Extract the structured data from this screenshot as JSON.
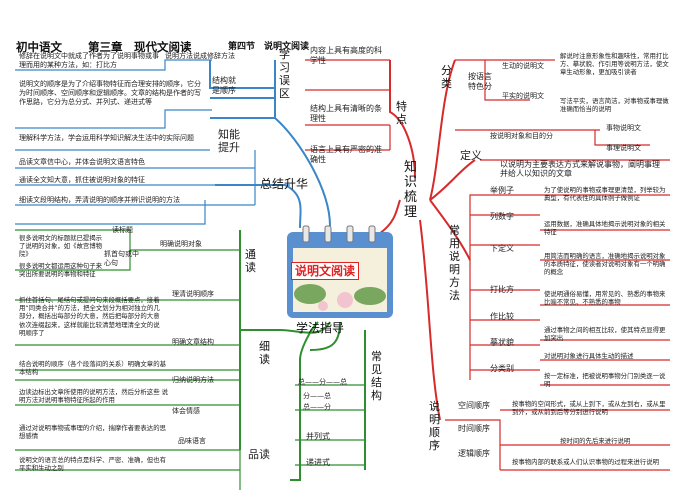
{
  "header": {
    "subject": "初中语文",
    "chapter": "第三章　现代文阅读",
    "section": "第四节　说明文阅读"
  },
  "center": {
    "title": "说明文阅读"
  },
  "main_branches": {
    "summary": "总结升华",
    "knowledge": "知识梳理",
    "method": "学法指导"
  },
  "summary": {
    "study_misc": "学习误区",
    "misc_items": [
      "修辞在说明文中就成了作者为了说明事物或事理而用的某种方法，如：打比方",
      "说明文的顺序是为了介绍事物特征而合理安排的顺序，它分为时间顺序、空间顺序和逻辑顺序。文章的结构是作者的写作思路，它分为总分式、并列式、递进式等"
    ],
    "misc_labels": [
      "说明方法说成修辞方法",
      "结构就是顺序"
    ],
    "ability": "知能提升",
    "ability_items": [
      "理解科学方法，学会运用科学知识解决生活中的实际问题",
      "品读文章信中心，并体会说明文语言特色",
      "通读全文知大意，抓住被说明对象的特征",
      "细读文段明结构，弄清说明的顺序并辨识说明的方法"
    ]
  },
  "features": {
    "label": "特点",
    "items": [
      "内容上具有高度的科学性",
      "结构上具有清晰的条理性",
      "语言上具有严密的准确性"
    ]
  },
  "classification": {
    "label": "分类",
    "by_language": "按语言特色分",
    "vivid": "生动的说明文",
    "vivid_desc": "解说时注意形象性和趣味性，常用打比方、摹状貌、作引用等说明方法，使文章生动形象，更加吸引读者",
    "plain": "平实的说明文",
    "plain_desc": "写法平实，语言简洁，对事物或事理做准确而恰当的说明",
    "by_object": "按说明对象和目的分",
    "thing": "事物说明文",
    "reason": "事理说明文"
  },
  "definition": {
    "label": "定义",
    "text": "以说明为主要表达方式来解说事物，阐明事理并给人以知识的文章"
  },
  "methods": {
    "label": "常用说明方法",
    "items": [
      {
        "name": "举例子",
        "desc": "为了使说明的事物或事理更清楚，列举较为典型，有代表性的具体例子做例证"
      },
      {
        "name": "列数字",
        "desc": "运用数据，准确具体地揭示说明对象的相关特征"
      },
      {
        "name": "下定义",
        "desc": "用简洁而明确的语言，准确地揭示说明对象的本质特征，使读者对说明对象有一个明确的概念"
      },
      {
        "name": "打比方",
        "desc": "使说明通俗易懂，用常见的、熟悉的事物来比喻不常见、不熟悉的事物"
      },
      {
        "name": "作比较",
        "desc": "通过事物之间的相互比较，使其特点显得更加突出"
      },
      {
        "name": "摹状貌",
        "desc": "对说明对象进行具体生动的描述"
      },
      {
        "name": "分类别",
        "desc": "按一定标准，把被说明事物分门别类逐一说明"
      }
    ]
  },
  "order": {
    "label": "说明顺序",
    "items": [
      {
        "name": "空间顺序",
        "desc": "按事物的空间形式，或从上到下，或从左到右，或从里到外，或从前到后等分别进行说明"
      },
      {
        "name": "时间顺序",
        "desc": "按时间的先后来进行说明"
      },
      {
        "name": "逻辑顺序",
        "desc": "按事物内部的联系或人们认识事物的过程来进行说明"
      }
    ]
  },
  "structure": {
    "label": "常见结构",
    "total_score": [
      "总——分——总",
      "分——总",
      "总——分"
    ],
    "parallel": "并列式",
    "progressive": "递进式"
  },
  "reading": {
    "general": "通读",
    "obj": "明确说明对象",
    "obj_method1": "读标题",
    "obj_method2": "抓首句或中心句",
    "obj_desc1": "很多说明文的标题就已提揭示了说明的对象，如《故宫博物院》",
    "obj_desc2": "很多说明文都运用这种句子来突出所要说明的事物和特征",
    "order_clarify": "理清说明顺序",
    "order_desc": "抓住首括句、尾结句或提问句来段概括要点，接着用“同类合并”的方法，把全文划分为相对独立的几部分，概括出每部分的大意，然后把每部分的大意依次连缀起来，这样就能比较清楚地理清全文的说明顺序了",
    "detail": "细读",
    "structure_clarify": "明确文章结构",
    "structure_desc": "结合说明的顺序（各个段落间的关系）明确文章的基本结构",
    "summarize": "归纳说明方法",
    "summarize_desc": "边读边标出文章所使用的说明方法，然后分析这些 说明方法对说明事物特征所起的作用",
    "taste": "品读",
    "feeling": "体会情感",
    "feeling_desc": "通过对说明事物或事理的介绍，揣摩作者要表达的思想感情",
    "language": "品味语言",
    "language_desc": "说明文的语言总的特点是科学、严密、准确，但也有平实和生动之别"
  },
  "colors": {
    "blue": "#3a86c8",
    "red": "#d62b2b",
    "green": "#2f8f2f",
    "cal_blue": "#5a8fd0"
  }
}
